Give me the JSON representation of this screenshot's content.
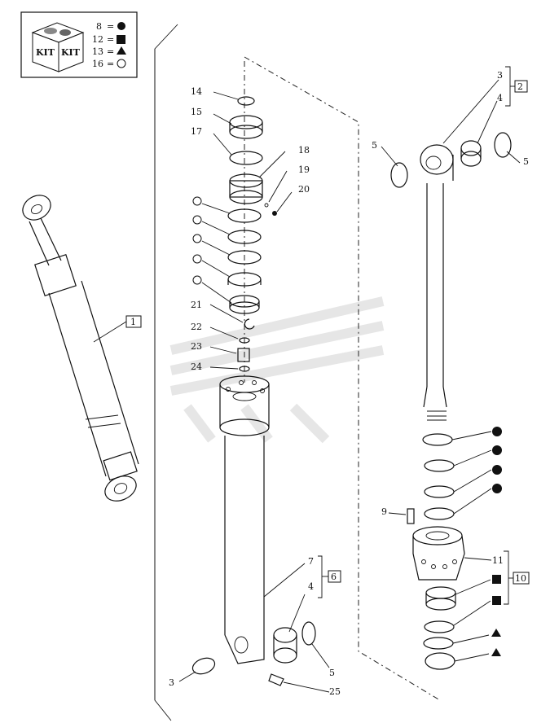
{
  "kit_legend": {
    "box_label_1": "KIT",
    "box_label_2": "KIT",
    "rows": [
      {
        "number": "8",
        "eq": "=",
        "symbol": "filled-circle"
      },
      {
        "number": "12",
        "eq": "=",
        "symbol": "filled-square"
      },
      {
        "number": "13",
        "eq": "=",
        "symbol": "filled-triangle"
      },
      {
        "number": "16",
        "eq": "=",
        "symbol": "open-circle"
      }
    ]
  },
  "callouts": {
    "c1": "1",
    "c2": "2",
    "c3a": "3",
    "c4a": "4",
    "c5a": "5",
    "c5b": "5",
    "c14": "14",
    "c15": "15",
    "c17": "17",
    "c18": "18",
    "c19": "19",
    "c20": "20",
    "c21": "21",
    "c22": "22",
    "c23": "23",
    "c24": "24",
    "c7": "7",
    "c4b": "4",
    "c6": "6",
    "c3b": "3",
    "c5c": "5",
    "c25": "25",
    "c9": "9",
    "c11": "11",
    "c10": "10"
  },
  "colors": {
    "ink": "#111111",
    "watermark": "#e6e6e6",
    "background": "#ffffff"
  }
}
